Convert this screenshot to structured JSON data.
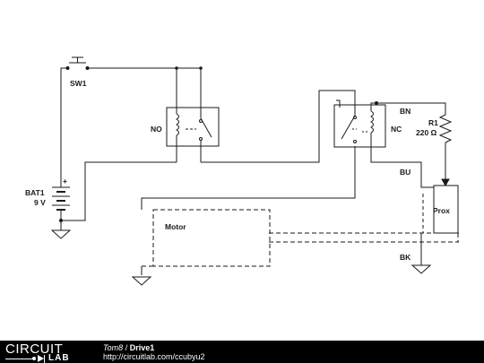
{
  "labels": {
    "sw1": "SW1",
    "no": "NO",
    "nc": "NC",
    "bn": "BN",
    "bu": "BU",
    "bk": "BK",
    "r1_name": "R1",
    "r1_value": "220 Ω",
    "bat_name": "BAT1",
    "bat_value": "9 V",
    "motor": "Motor",
    "prox": "Prox",
    "plus": "+"
  },
  "footer": {
    "logo_top": "CIRCUIT",
    "logo_bottom": "LAB",
    "author": "Tom8",
    "separator": " / ",
    "title": "Drive1",
    "url": "http://circuitlab.com/ccubyu2"
  },
  "colors": {
    "wire": "#1a1a1a",
    "footer_bg": "#000000"
  }
}
